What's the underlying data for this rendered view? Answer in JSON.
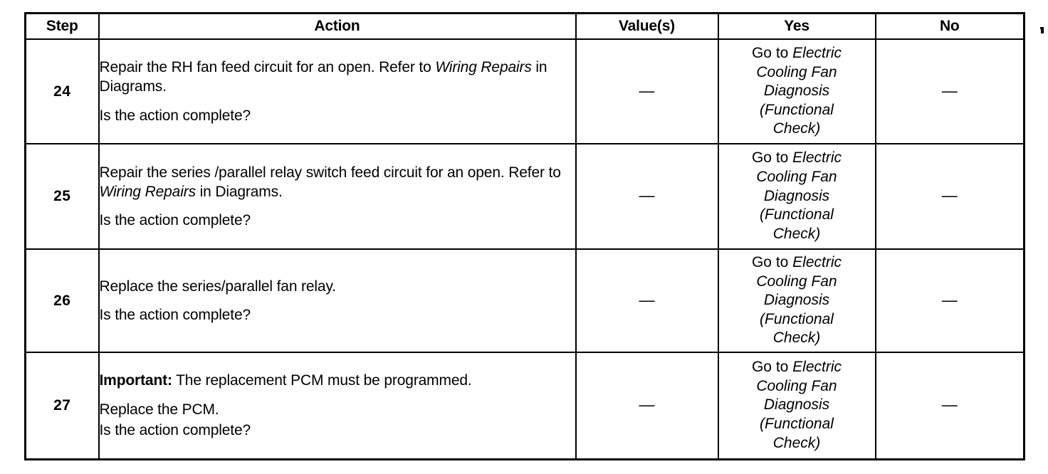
{
  "table": {
    "columns": [
      {
        "key": "step",
        "label": "Step"
      },
      {
        "key": "action",
        "label": "Action"
      },
      {
        "key": "value",
        "label": "Value(s)"
      },
      {
        "key": "yes",
        "label": "Yes"
      },
      {
        "key": "no",
        "label": "No"
      }
    ],
    "yes_link": {
      "lead": "Go to ",
      "target_line1": "Electric",
      "target_line2": "Cooling Fan",
      "target_line3": "Diagnosis",
      "target_line4": "(Functional",
      "target_line5": "Check)"
    },
    "rows": [
      {
        "step": "24",
        "action": {
          "line1_a": "Repair the RH fan feed circuit for an open. Refer to ",
          "line1_em": "Wiring Repairs",
          "line1_b": " in Diagrams.",
          "line2": "Is the action complete?"
        },
        "value": "—",
        "no": "—"
      },
      {
        "step": "25",
        "action": {
          "line1_a": "Repair the series /parallel relay switch feed circuit for an open. Refer to ",
          "line1_em": "Wiring Repairs",
          "line1_b": " in Diagrams.",
          "line2": "Is the action complete?"
        },
        "value": "—",
        "no": "—"
      },
      {
        "step": "26",
        "action": {
          "line1_a": "Replace the series/parallel fan relay.",
          "line1_em": "",
          "line1_b": "",
          "line2": "Is the action complete?"
        },
        "value": "—",
        "no": "—"
      },
      {
        "step": "27",
        "action": {
          "important_label": "Important:",
          "important_text": " The replacement PCM must be programmed.",
          "line1_a": "Replace the PCM.",
          "line2": "Is the action complete?"
        },
        "value": "—",
        "no": "—"
      }
    ]
  }
}
